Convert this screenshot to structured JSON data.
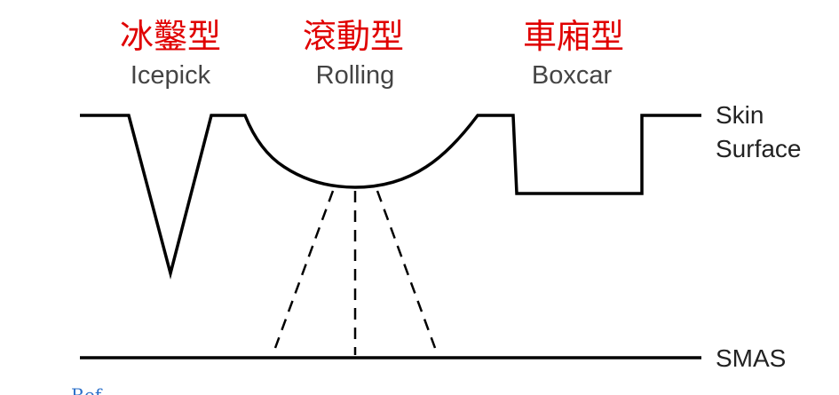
{
  "scar_types": [
    {
      "name_zh": "冰鑿型",
      "name_en": "Icepick"
    },
    {
      "name_zh": "滾動型",
      "name_en": "Rolling"
    },
    {
      "name_zh": "車廂型",
      "name_en": "Boxcar"
    }
  ],
  "layers": {
    "skin_surface_line1": "Skin",
    "skin_surface_line2": "Surface",
    "smas": "SMAS"
  },
  "footnote": "Ref",
  "colors": {
    "chinese_label": "#e00000",
    "english_label": "#444444",
    "lines": "#000000",
    "footnote": "#2a6fc9"
  }
}
